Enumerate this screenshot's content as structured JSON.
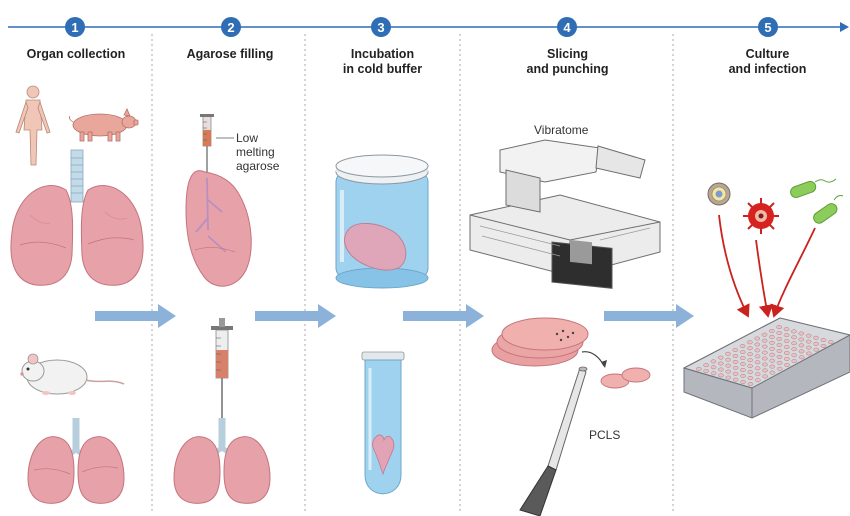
{
  "colors": {
    "accent_blue": "#2f6db5",
    "arrow_blue": "#8cb2da",
    "tissue_pink": "#e7a1a8",
    "tissue_edge": "#c5747c",
    "buffer_blue": "#9fd2ef",
    "infection_red": "#d6231f"
  },
  "steps": [
    {
      "number": "1",
      "title": "Organ collection"
    },
    {
      "number": "2",
      "title": "Agarose filling"
    },
    {
      "number": "3",
      "title": "Incubation\nin cold buffer"
    },
    {
      "number": "4",
      "title": "Slicing\nand punching"
    },
    {
      "number": "5",
      "title": "Culture\nand infection"
    }
  ],
  "labels": {
    "agarose": "Low\nmelting\nagarose",
    "vibratome": "Vibratome",
    "pcls": "PCLS"
  },
  "icons": [
    "human-icon",
    "pig-icon",
    "mouse-icon",
    "lung-icon",
    "syringe-icon",
    "beaker-icon",
    "tube-icon",
    "vibratome-icon",
    "slice-icon",
    "punch-icon",
    "virus-icon",
    "bacteria-icon",
    "well-plate-icon"
  ]
}
